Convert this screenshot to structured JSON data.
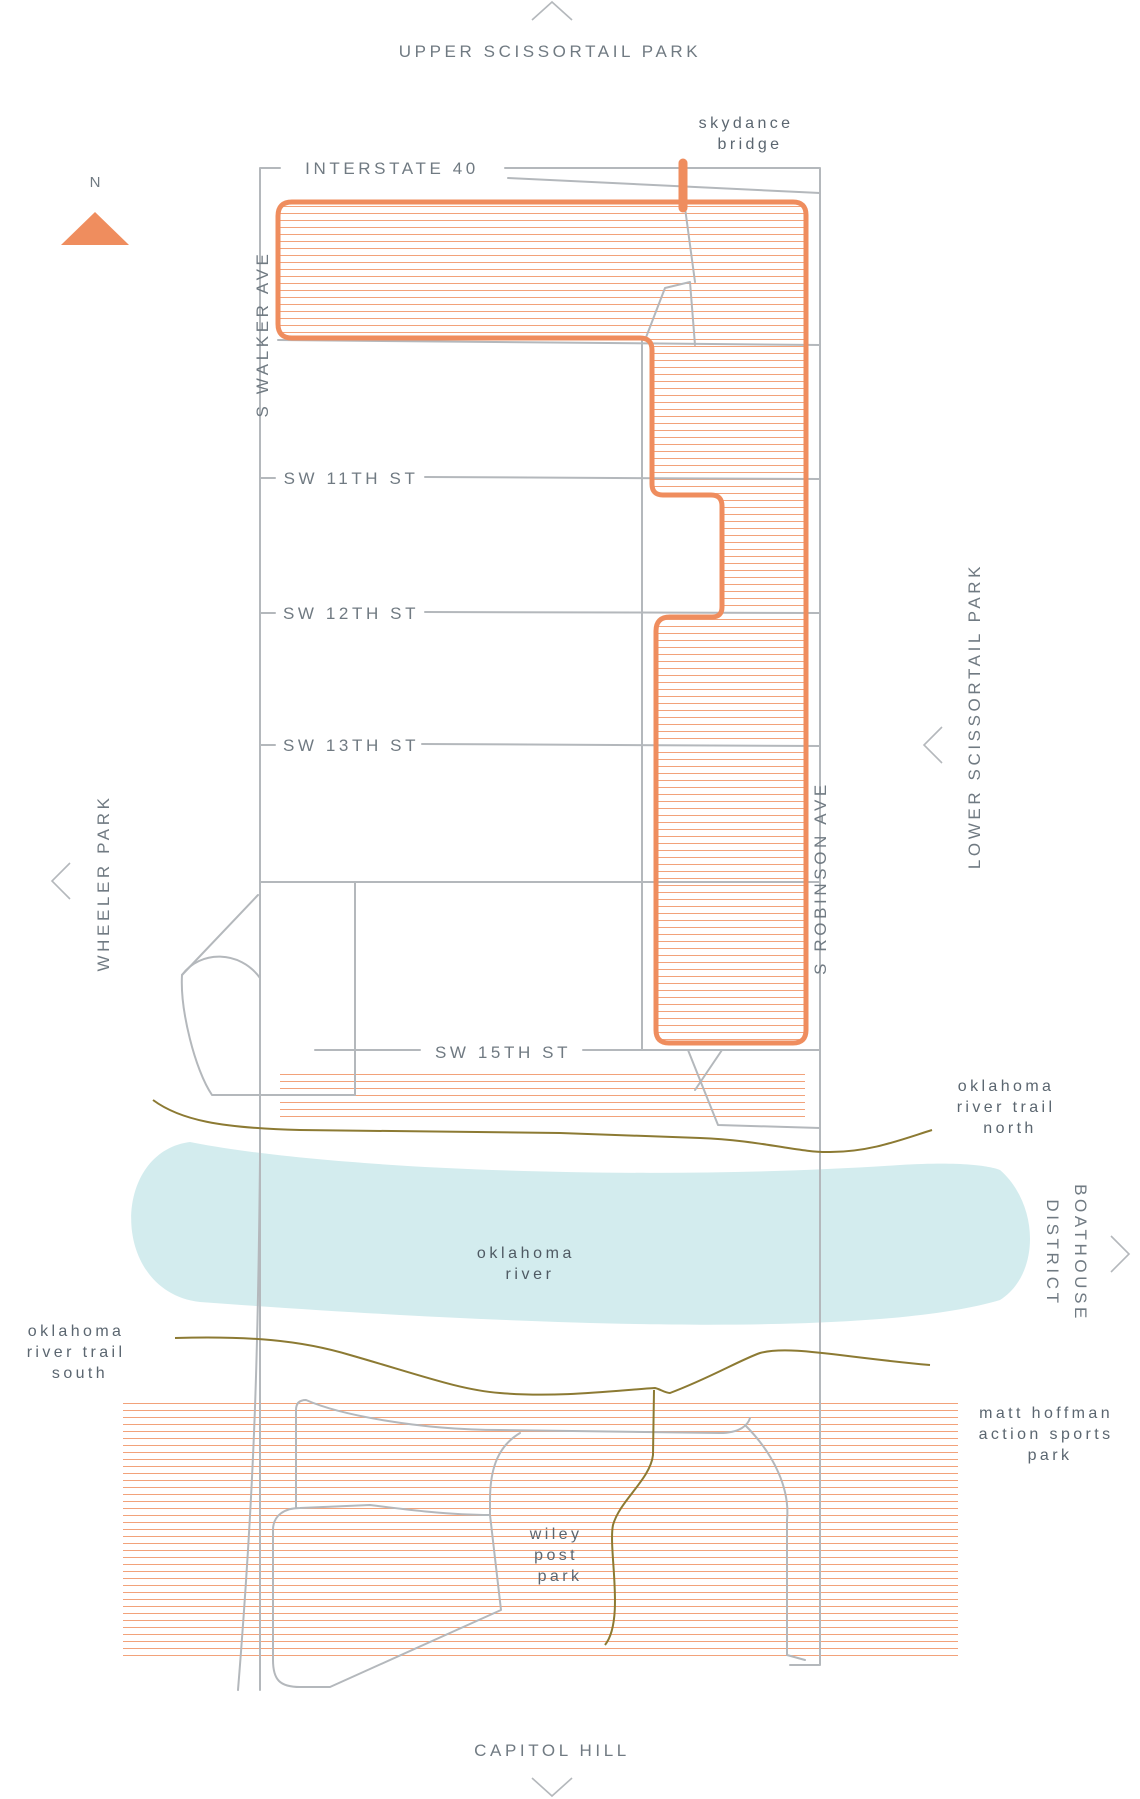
{
  "colors": {
    "accent": "#ef8d5e",
    "hatch": "#f2a27a",
    "road": "#b4b8bc",
    "trail": "#8c7a33",
    "river": "#d3ecee",
    "text": "#707a82"
  },
  "compass": {
    "label": "N",
    "icon": "north-arrow-icon"
  },
  "edges": {
    "top": "UPPER SCISSORTAIL PARK",
    "bottom": "CAPITOL HILL",
    "left": "WHEELER PARK",
    "right_upper": "LOWER SCISSORTAIL PARK",
    "right_lower_line1": "BOATHOUSE",
    "right_lower_line2": "DISTRICT"
  },
  "streets": {
    "interstate": "INTERSTATE 40",
    "walker": "S WALKER AVE",
    "robinson": "S ROBINSON AVE",
    "sw11": "SW 11TH ST",
    "sw12": "SW 12TH ST",
    "sw13": "SW 13TH ST",
    "sw15": "SW 15TH ST"
  },
  "places": {
    "skydance": [
      "skydance",
      "bridge"
    ],
    "river": [
      "oklahoma",
      "river"
    ],
    "trail_north": [
      "oklahoma",
      "river trail",
      "north"
    ],
    "trail_south": [
      "oklahoma",
      "river trail",
      "south"
    ],
    "hoffman": [
      "matt hoffman",
      "action sports",
      "park"
    ],
    "wiley": [
      "wiley",
      "post",
      "park"
    ]
  }
}
